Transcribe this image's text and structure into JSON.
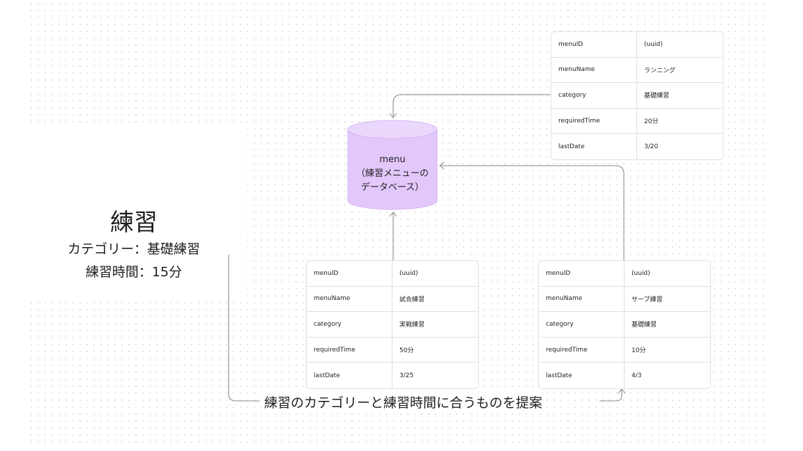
{
  "database": {
    "name": "menu",
    "line1": "（練習メニューの",
    "line2": "データベース）",
    "fill_color": "#e2c7fb"
  },
  "practice": {
    "title": "練習",
    "category_line": "カテゴリー：基礎練習",
    "time_line": "練習時間：15分"
  },
  "cards": [
    {
      "rows": [
        {
          "key": "menuID",
          "value": "(uuid)"
        },
        {
          "key": "menuName",
          "value": "ランニング"
        },
        {
          "key": "category",
          "value": "基礎練習"
        },
        {
          "key": "requiredTime",
          "value": "20分"
        },
        {
          "key": "lastDate",
          "value": "3/20"
        }
      ]
    },
    {
      "rows": [
        {
          "key": "menuID",
          "value": "(uuid)"
        },
        {
          "key": "menuName",
          "value": "試合練習"
        },
        {
          "key": "category",
          "value": "実戦練習"
        },
        {
          "key": "requiredTime",
          "value": "50分"
        },
        {
          "key": "lastDate",
          "value": "3/25"
        }
      ]
    },
    {
      "rows": [
        {
          "key": "menuID",
          "value": "(uuid)"
        },
        {
          "key": "menuName",
          "value": "サーブ練習"
        },
        {
          "key": "category",
          "value": "基礎練習"
        },
        {
          "key": "requiredTime",
          "value": "10分"
        },
        {
          "key": "lastDate",
          "value": "4/3"
        }
      ]
    }
  ],
  "suggestion_label": "練習のカテゴリーと練習時間に合うものを提案",
  "colors": {
    "connector": "#9e9e9e",
    "border": "#e0e0e0"
  }
}
